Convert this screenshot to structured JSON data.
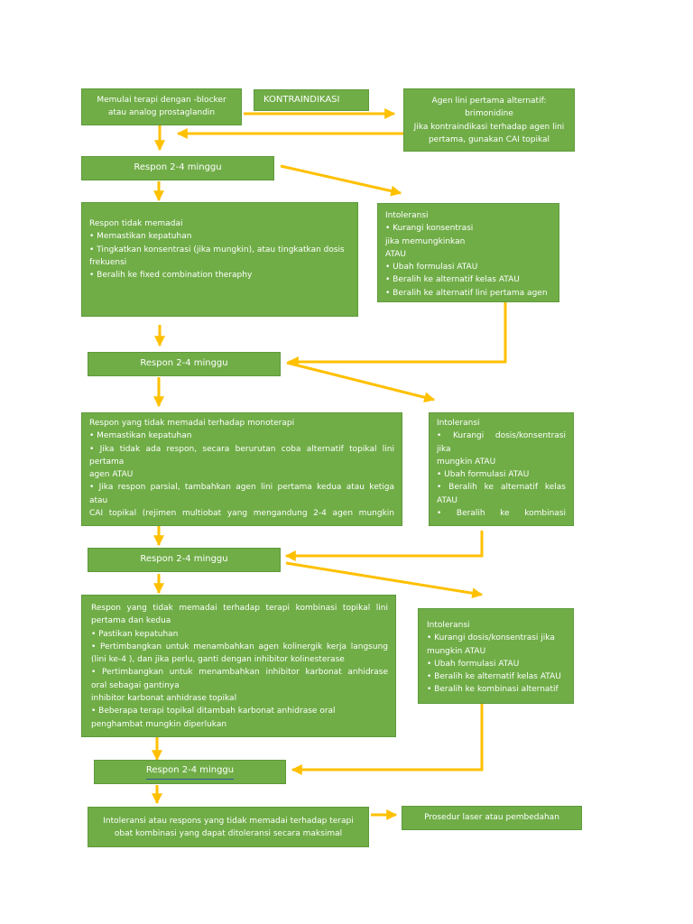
{
  "colors": {
    "box_fill": "#70ad47",
    "box_text": "#ffffff",
    "arrow": "#ffc000",
    "underline": "#2e5b9a"
  },
  "start_box": {
    "lines": [
      "Memulai terapi dengan -blocker",
      "atau analog prostaglandin"
    ]
  },
  "contraindication": {
    "label": "KONTRAINDIKASI"
  },
  "alt_first_line": {
    "lines": [
      "Agen lini pertama alternatif:",
      "brimonidine",
      "Jika kontraindikasi terhadap agen lini",
      "pertama, gunakan CAI topikal"
    ]
  },
  "response_1": {
    "label": "Respon 2-4 minggu"
  },
  "inadequate_1": {
    "lines": [
      "Respon tidak memadai",
      "• Memastikan kepatuhan",
      "• Tingkatkan konsentrasi (jika mungkin), atau tingkatkan dosis",
      "frekuensi",
      "• Beralih ke fixed combination theraphy"
    ]
  },
  "intolerance_1": {
    "lines": [
      "Intoleransi",
      "• Kurangi konsentrasi",
      "jika memungkinkan",
      "ATAU",
      "• Ubah formulasi ATAU",
      "• Beralih ke alternatif kelas ATAU",
      "• Beralih ke alternatif lini pertama agen"
    ]
  },
  "response_2": {
    "label": "Respon 2-4 minggu"
  },
  "inadequate_2": {
    "lines": [
      "Respon yang tidak memadai terhadap monoterapi",
      "• Memastikan kepatuhan",
      "• Jika tidak ada respon, secara berurutan coba alternatif topikal lini",
      "pertama",
      "agen ATAU",
      "• Jika respon parsial, tambahkan agen lini pertama kedua atau ketiga",
      "atau",
      "CAI topikal (rejimen multiobat yang mengandung 2-4 agen mungkin"
    ]
  },
  "intolerance_2": {
    "lines": [
      "Intoleransi",
      "• Kurangi dosis/konsentrasi",
      "jika",
      "mungkin ATAU",
      "• Ubah formulasi ATAU",
      "• Beralih ke alternatif kelas",
      "ATAU",
      "• Beralih ke kombinasi"
    ]
  },
  "response_3": {
    "label": "Respon 2-4 minggu"
  },
  "inadequate_3": {
    "lines": [
      "Respon yang tidak memadai terhadap terapi kombinasi topikal lini",
      "pertama dan kedua",
      "• Pastikan kepatuhan",
      "• Pertimbangkan untuk menambahkan agen kolinergik kerja langsung",
      "(lini ke-4 ), dan jika perlu, ganti dengan inhibitor kolinesterase",
      "• Pertimbangkan untuk menambahkan inhibitor karbonat anhidrase",
      "oral sebagai gantinya",
      "inhibitor karbonat anhidrase topikal",
      "• Beberapa terapi topikal ditambah karbonat anhidrase oral",
      "penghambat mungkin diperlukan"
    ]
  },
  "intolerance_3": {
    "lines": [
      "Intoleransi",
      "• Kurangi dosis/konsentrasi jika",
      "mungkin ATAU",
      "• Ubah formulasi ATAU",
      "• Beralih ke alternatif kelas ATAU",
      "• Beralih ke kombinasi alternatif"
    ]
  },
  "response_4": {
    "label": "Respon 2-4 minggu"
  },
  "final": {
    "lines": [
      "Intoleransi atau respons yang tidak memadai terhadap terapi",
      "obat kombinasi yang dapat ditoleransi secara  maksimal"
    ]
  },
  "laser": {
    "label": "Prosedur laser atau pembedahan"
  }
}
